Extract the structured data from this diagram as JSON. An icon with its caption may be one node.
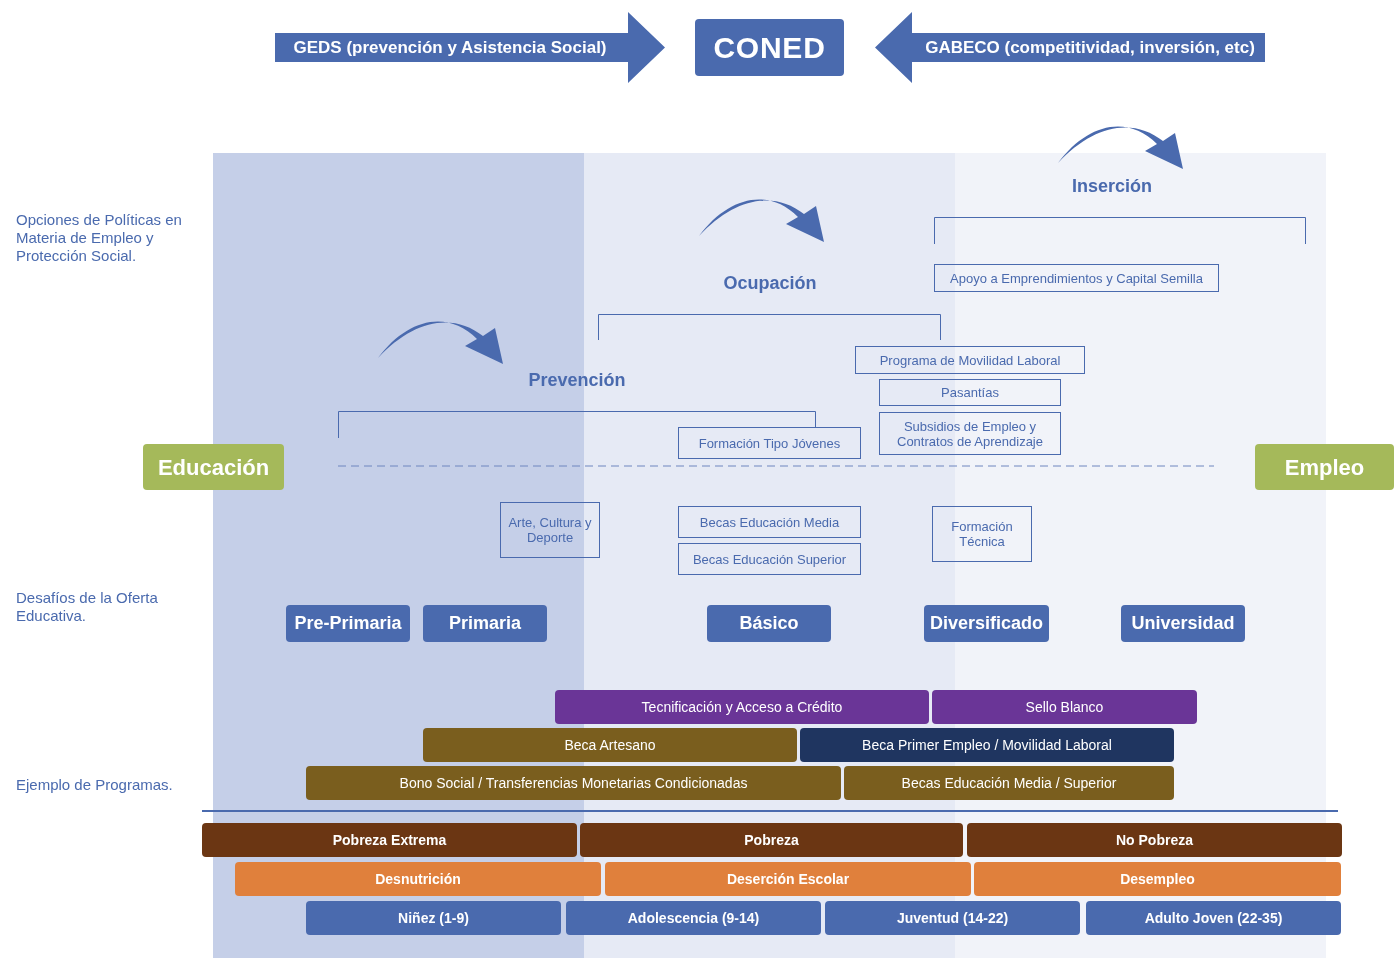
{
  "diagram": {
    "nodes": [
      {
        "text": [
          "GEDS (prevención y Asistencia Social)"
        ]
      },
      {
        "text": [
          "CONED"
        ]
      },
      {
        "text": [
          "GABECO (competitividad, inversión, etc)"
        ]
      },
      {
        "text": [
          "Apoyo a Emprendimientos y Capital Semilla"
        ]
      },
      {
        "text": [
          "Programa de Movilidad Laboral"
        ]
      },
      {
        "text": [
          "Pasantías"
        ]
      },
      {
        "text": [
          "Subsidios de Empleo y Contratos de Aprendizaje"
        ]
      },
      {
        "text": [
          "Formación Tipo Jóvenes"
        ]
      },
      {
        "text": [
          "Educación"
        ]
      },
      {
        "text": [
          "Empleo"
        ]
      },
      {
        "text": [
          "Arte, Cultura y Deporte"
        ]
      },
      {
        "text": [
          "Becas Educación Media"
        ]
      },
      {
        "text": [
          "Becas Educación Superior"
        ]
      },
      {
        "text": [
          "Formación Técnica"
        ]
      },
      {
        "text": [
          "Pre-Primaria"
        ]
      },
      {
        "text": [
          "Primaria"
        ]
      },
      {
        "text": [
          "Básico"
        ]
      },
      {
        "text": [
          "Diversificado"
        ]
      },
      {
        "text": [
          "Universidad"
        ]
      },
      {
        "text": [
          "Tecnificación y Acceso a Crédito"
        ]
      },
      {
        "text": [
          "Sello Blanco"
        ]
      },
      {
        "text": [
          "Beca Artesano"
        ]
      },
      {
        "text": [
          "Beca Primer Empleo / Movilidad Laboral"
        ]
      },
      {
        "text": [
          "Bono Social / Transferencias Monetarias Condicionadas"
        ]
      },
      {
        "text": [
          "Becas Educación Media / Superior"
        ]
      },
      {
        "text": [
          "Pobreza Extrema"
        ]
      },
      {
        "text": [
          "Pobreza"
        ]
      },
      {
        "text": [
          "No Pobreza"
        ]
      },
      {
        "text": [
          "Desnutrición"
        ]
      },
      {
        "text": [
          "Deserción Escolar"
        ]
      },
      {
        "text": [
          "Desempleo"
        ]
      },
      {
        "text": [
          "Niñez (1-9)"
        ]
      },
      {
        "text": [
          "Adolescencia (9-14)"
        ]
      },
      {
        "text": [
          "Juventud (14-22)"
        ]
      },
      {
        "text": [
          "Adulto Joven (22-35)"
        ]
      }
    ],
    "labels": [
      "Inserción",
      "Opciones de Políticas en Materia de Empleo y Protección Social.",
      "Ocupación",
      "Prevención",
      "Desafíos de la Oferta Educativa.",
      "Ejemplo de Programas."
    ]
  }
}
